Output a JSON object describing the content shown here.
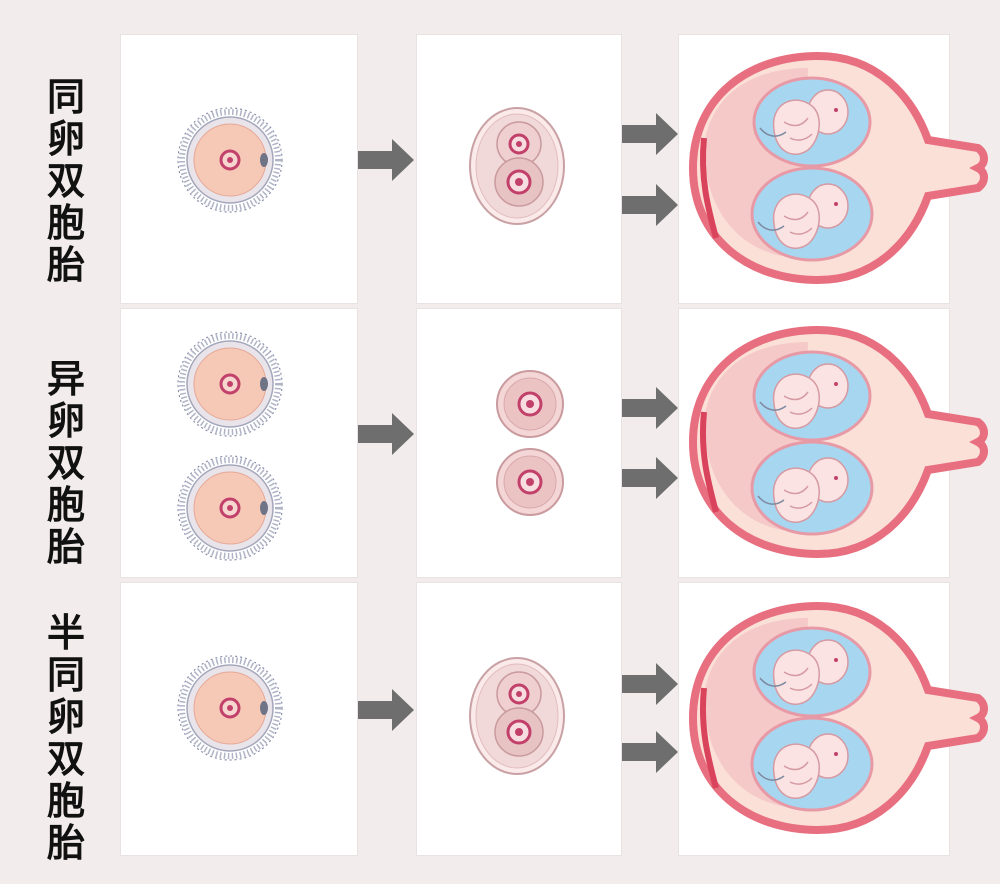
{
  "rows": [
    {
      "label": [
        "同",
        "卵",
        "双",
        "胞",
        "胎"
      ]
    },
    {
      "label": [
        "异",
        "卵",
        "双",
        "胞",
        "胎"
      ]
    },
    {
      "label": [
        "半",
        "同",
        "卵",
        "双",
        "胞",
        "胎"
      ]
    }
  ],
  "colors": {
    "background": "#f3ecec",
    "panel": "#ffffff",
    "arrow": "#6e6e6e",
    "egg_fill": "#f6c8b6",
    "egg_nucleus": "#c2416a",
    "corona": "#8a8fa8",
    "uterus_wall": "#e86f7f",
    "uterus_inner": "#fbe0d8",
    "amniotic_fluid": "#a7d6f1",
    "fetus": "#fbe3e3"
  },
  "icons": [
    "arrow-right-icon",
    "egg-cell-icon",
    "zygote-icon",
    "uterus-twins-icon"
  ]
}
